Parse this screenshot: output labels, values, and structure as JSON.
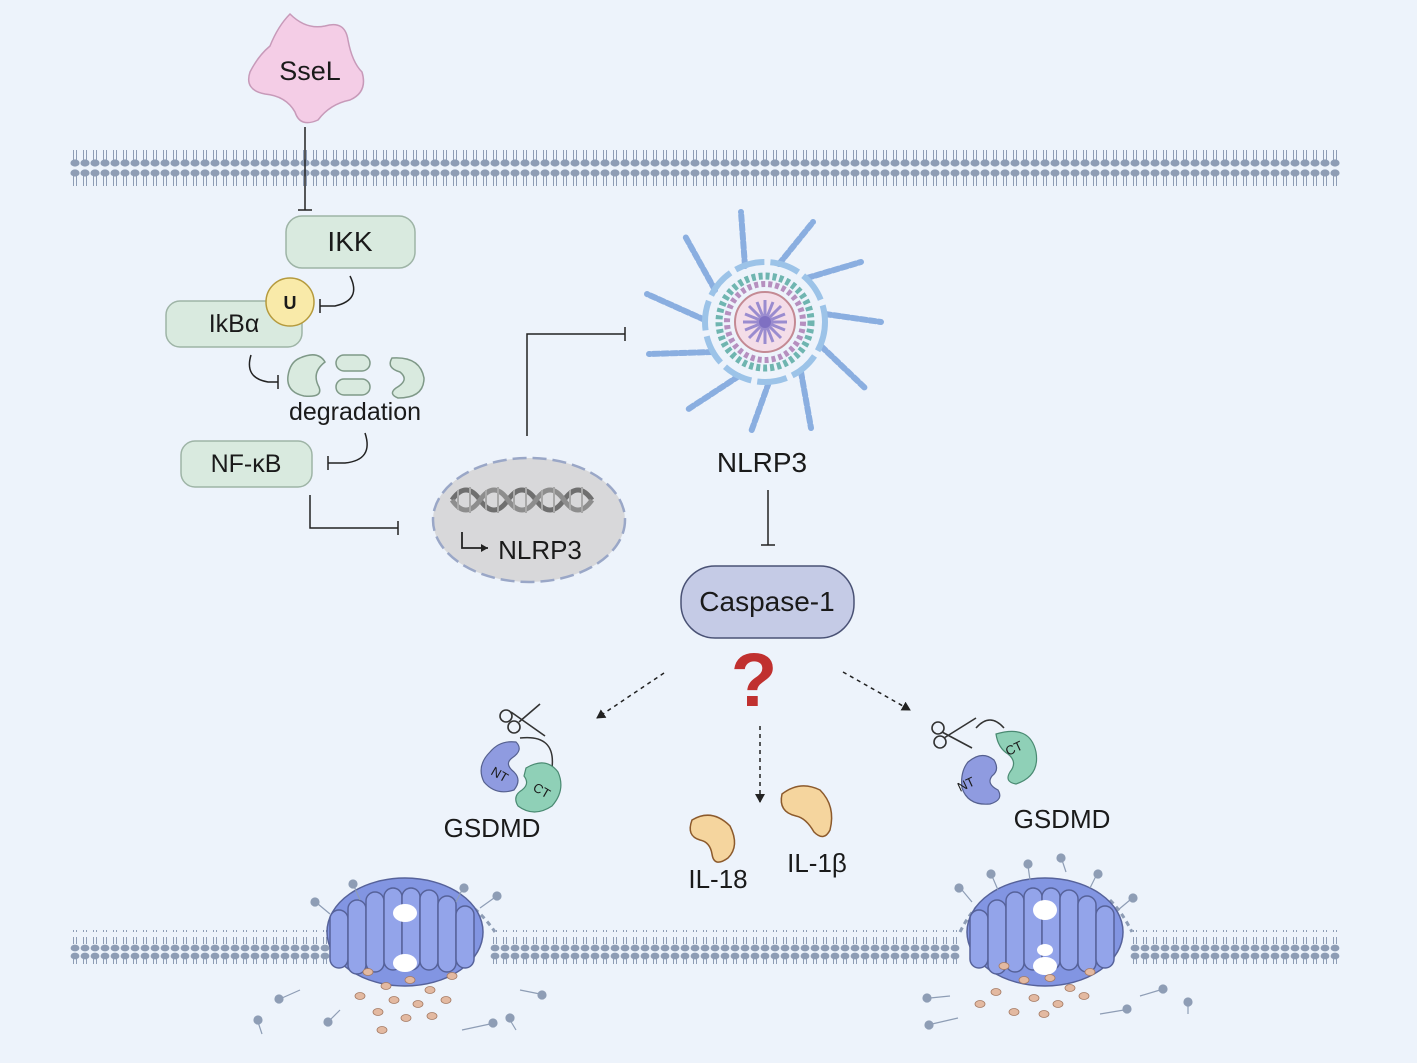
{
  "labels": {
    "ssel": "SseL",
    "ikk": "IKK",
    "ubiquitin": "U",
    "ikba": "IkBα",
    "degradation": "degradation",
    "nfkb": "NF-κB",
    "nlrp3_gene": "NLRP3",
    "nlrp3_inflammasome": "NLRP3",
    "caspase1": "Caspase-1",
    "question": "?",
    "gsdmd_left": "GSDMD",
    "gsdmd_right": "GSDMD",
    "nt_left": "NT",
    "ct_left": "CT",
    "nt_right": "NT",
    "ct_right": "CT",
    "il18": "IL-18",
    "il1b": "IL-1β"
  },
  "colors": {
    "background": "#edf3fb",
    "membrane": "#8e9db5",
    "green_box": "#d9eadf",
    "ssel": "#f4cde6",
    "caspase": "#c5cbe6",
    "ubiquitin": "#f9eaa9",
    "nt_domain": "#8f9be0",
    "ct_domain": "#8fd0b7",
    "cytokine": "#f5d59e",
    "question": "#c0302f",
    "pore": "#8295e2"
  }
}
